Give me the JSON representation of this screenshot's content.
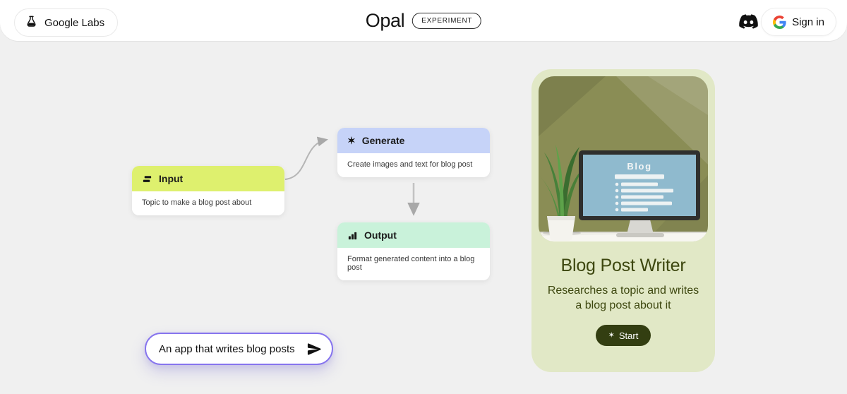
{
  "header": {
    "brand_label": "Google Labs",
    "title": "Opal",
    "badge": "EXPERIMENT",
    "sign_in_label": "Sign in"
  },
  "workflow": {
    "nodes": [
      {
        "label": "Input",
        "description": "Topic to make a blog post about",
        "header_color": "#def06e"
      },
      {
        "label": "Generate",
        "description": "Create images and text for blog post",
        "header_color": "#c6d3f8"
      },
      {
        "label": "Output",
        "description": "Format generated content into a blog post",
        "header_color": "#c9f2da"
      }
    ]
  },
  "prompt": {
    "value": "An app that writes blog posts"
  },
  "app_card": {
    "title": "Blog Post Writer",
    "description": "Researches a topic and writes a blog post about it",
    "start_label": "Start",
    "screen_title": "Blog",
    "background_color": "#e1e8c6",
    "text_color": "#3d470f",
    "button_color": "#333e11"
  },
  "colors": {
    "page_background": "#f0f0f0",
    "accent_purple": "#8674ee",
    "arrow_gray": "#b5b5b5"
  }
}
